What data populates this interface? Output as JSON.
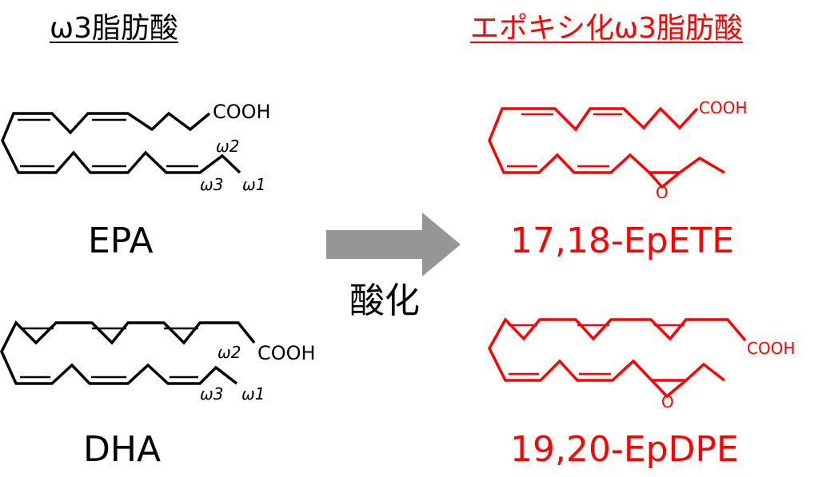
{
  "headings": {
    "left": "ω3脂肪酸",
    "right": "エポキシ化ω3脂肪酸"
  },
  "molecules": {
    "epa": {
      "name": "EPA",
      "cooh": "COOH",
      "w1": "ω1",
      "w2": "ω2",
      "w3": "ω3"
    },
    "dha": {
      "name": "DHA",
      "cooh": "COOH",
      "w1": "ω1",
      "w2": "ω2",
      "w3": "ω3"
    },
    "epete": {
      "name": "17,18-EpETE",
      "cooh": "COOH",
      "epoxide": "O"
    },
    "epdpe": {
      "name": "19,20-EpDPE",
      "cooh": "COOH",
      "epoxide": "O"
    }
  },
  "arrow": {
    "label": "酸化"
  },
  "colors": {
    "parent": "#000000",
    "epoxidized": "#ff0000",
    "arrow": "#969696"
  }
}
